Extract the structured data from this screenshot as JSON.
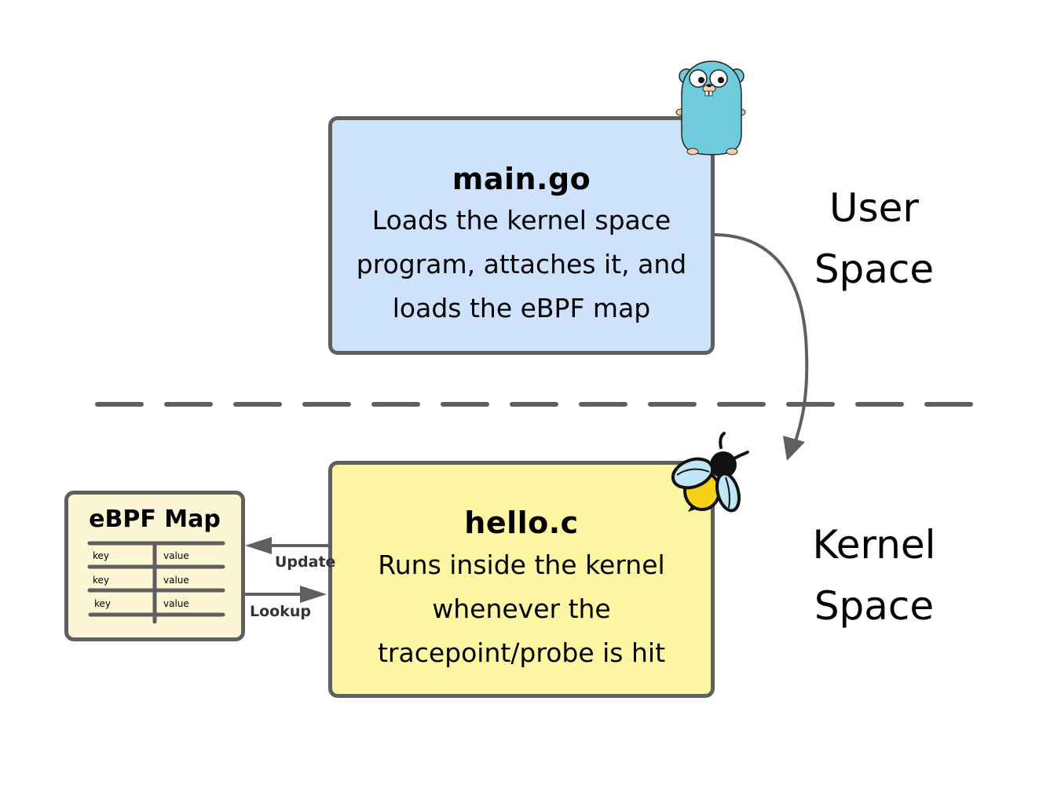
{
  "user_space": {
    "label_line1": "User",
    "label_line2": "Space",
    "box": {
      "title": "main.go",
      "desc_line1": "Loads the kernel space",
      "desc_line2": "program, attaches it, and",
      "desc_line3": "loads the eBPF map",
      "fill": "#cfe2fc",
      "mascot": "go-gopher-icon"
    }
  },
  "kernel_space": {
    "label_line1": "Kernel",
    "label_line2": "Space",
    "box": {
      "title": "hello.c",
      "desc_line1": "Runs inside the kernel",
      "desc_line2": "whenever the",
      "desc_line3": "tracepoint/probe is hit",
      "fill": "#fdf6a3",
      "mascot": "ebpf-bee-icon"
    }
  },
  "ebpf_map": {
    "title": "eBPF Map",
    "rows": [
      {
        "key": "key",
        "value": "value"
      },
      {
        "key": "key",
        "value": "value"
      },
      {
        "key": "key",
        "value": "value"
      }
    ],
    "fill": "#fcf6d4"
  },
  "arrows": {
    "update_label": "Update",
    "lookup_label": "Lookup"
  },
  "colors": {
    "stroke": "#5f5f5f",
    "gopher": "#6ecbdb",
    "bee_yellow": "#f7d117",
    "bee_wing": "#bfe6f7"
  }
}
